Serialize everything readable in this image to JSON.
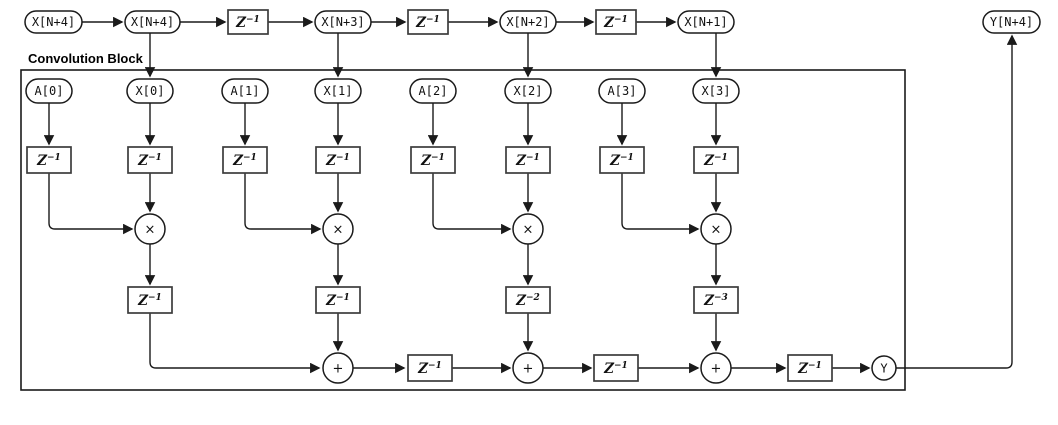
{
  "colors": {
    "line": "#1a1a1a",
    "box_border": "#3c3c3c",
    "background": "#ffffff"
  },
  "top_row": {
    "source": "X[N+4]",
    "taps": [
      "X[N+4]",
      "X[N+3]",
      "X[N+2]",
      "X[N+1]"
    ],
    "delays": [
      {
        "base": "Z",
        "exp": "−1"
      },
      {
        "base": "Z",
        "exp": "−1"
      },
      {
        "base": "Z",
        "exp": "−1"
      }
    ],
    "output": "Y[N+4]"
  },
  "block": {
    "label": "Convolution Block",
    "columns": [
      {
        "coeff": "A[0]",
        "sample": "X[0]",
        "coeff_delay": {
          "base": "Z",
          "exp": "−1"
        },
        "sample_delay": {
          "base": "Z",
          "exp": "−1"
        },
        "multiply": "×",
        "product_delay": {
          "base": "Z",
          "exp": "−1"
        }
      },
      {
        "coeff": "A[1]",
        "sample": "X[1]",
        "coeff_delay": {
          "base": "Z",
          "exp": "−1"
        },
        "sample_delay": {
          "base": "Z",
          "exp": "−1"
        },
        "multiply": "×",
        "product_delay": {
          "base": "Z",
          "exp": "−1"
        },
        "adder": "+"
      },
      {
        "coeff": "A[2]",
        "sample": "X[2]",
        "coeff_delay": {
          "base": "Z",
          "exp": "−1"
        },
        "sample_delay": {
          "base": "Z",
          "exp": "−1"
        },
        "multiply": "×",
        "product_delay": {
          "base": "Z",
          "exp": "−2"
        },
        "adder": "+"
      },
      {
        "coeff": "A[3]",
        "sample": "X[3]",
        "coeff_delay": {
          "base": "Z",
          "exp": "−1"
        },
        "sample_delay": {
          "base": "Z",
          "exp": "−1"
        },
        "multiply": "×",
        "product_delay": {
          "base": "Z",
          "exp": "−3"
        },
        "adder": "+"
      }
    ],
    "sum_delays": [
      {
        "base": "Z",
        "exp": "−1"
      },
      {
        "base": "Z",
        "exp": "−1"
      },
      {
        "base": "Z",
        "exp": "−1"
      }
    ],
    "output_node": "Y"
  }
}
